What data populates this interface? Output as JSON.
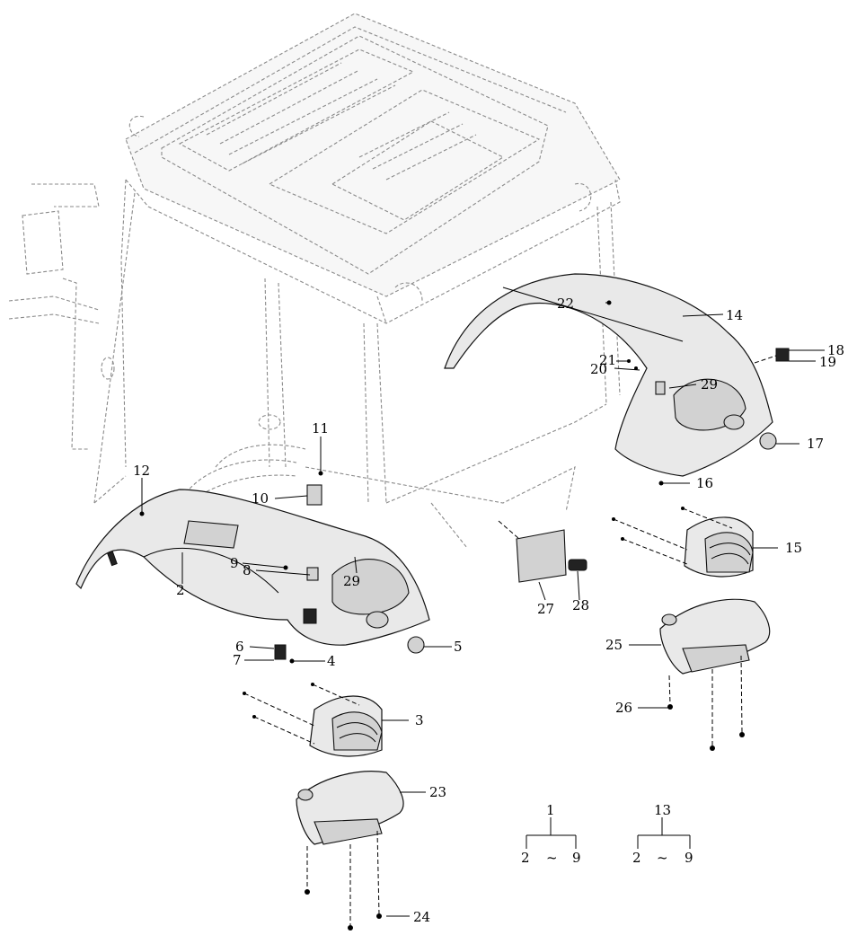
{
  "callouts": [
    {
      "id": "c1",
      "text": "1"
    },
    {
      "id": "c2",
      "text": "2"
    },
    {
      "id": "c3",
      "text": "3"
    },
    {
      "id": "c4",
      "text": "4"
    },
    {
      "id": "c5",
      "text": "5"
    },
    {
      "id": "c6",
      "text": "6"
    },
    {
      "id": "c7",
      "text": "7"
    },
    {
      "id": "c8",
      "text": "8"
    },
    {
      "id": "c9",
      "text": "9"
    },
    {
      "id": "c10",
      "text": "10"
    },
    {
      "id": "c11",
      "text": "11"
    },
    {
      "id": "c12",
      "text": "12"
    },
    {
      "id": "c13",
      "text": "13"
    },
    {
      "id": "c14",
      "text": "14"
    },
    {
      "id": "c15",
      "text": "15"
    },
    {
      "id": "c16",
      "text": "16"
    },
    {
      "id": "c17",
      "text": "17"
    },
    {
      "id": "c18",
      "text": "18"
    },
    {
      "id": "c19",
      "text": "19"
    },
    {
      "id": "c20",
      "text": "20"
    },
    {
      "id": "c21",
      "text": "21"
    },
    {
      "id": "c22",
      "text": "22"
    },
    {
      "id": "c23",
      "text": "23"
    },
    {
      "id": "c24",
      "text": "24"
    },
    {
      "id": "c25",
      "text": "25"
    },
    {
      "id": "c26",
      "text": "26"
    },
    {
      "id": "c27",
      "text": "27"
    },
    {
      "id": "c28",
      "text": "28"
    },
    {
      "id": "c29a",
      "text": "29"
    },
    {
      "id": "c29b",
      "text": "29"
    }
  ],
  "groups": [
    {
      "parent": "1",
      "from": "2",
      "sep": "~",
      "to": "9"
    },
    {
      "parent": "13",
      "from": "2",
      "sep": "~",
      "to": "9"
    }
  ]
}
